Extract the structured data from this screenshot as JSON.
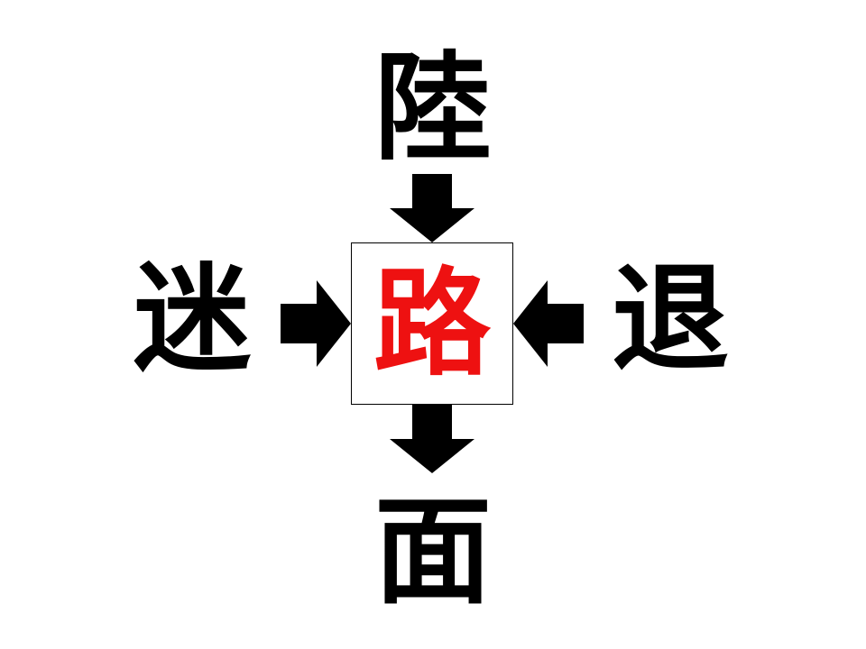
{
  "puzzle": {
    "top_char": "陸",
    "left_char": "迷",
    "right_char": "退",
    "bottom_char": "面",
    "answer_char": "路",
    "answer_color": "#ee1111",
    "text_color": "#000000"
  },
  "icons": {
    "arrow_top": "arrow-down-icon",
    "arrow_left": "arrow-right-icon",
    "arrow_right": "arrow-left-icon",
    "arrow_bottom": "arrow-down-icon"
  }
}
